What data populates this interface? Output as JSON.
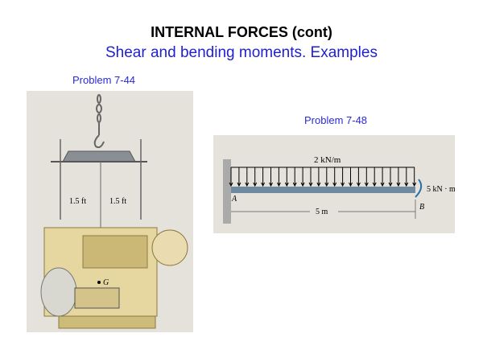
{
  "title": "INTERNAL FORCES (cont)",
  "subtitle": "Shear and bending moments.  Examples",
  "problems": [
    {
      "label": "Problem 7-44",
      "dims": [
        "1.5 ft",
        "1.5 ft"
      ],
      "point": "G"
    },
    {
      "label": "Problem 7-48",
      "load": "2 kN/m",
      "moment": "5 kN · m",
      "span": "5 m",
      "end_a": "A",
      "end_b": "B"
    }
  ]
}
